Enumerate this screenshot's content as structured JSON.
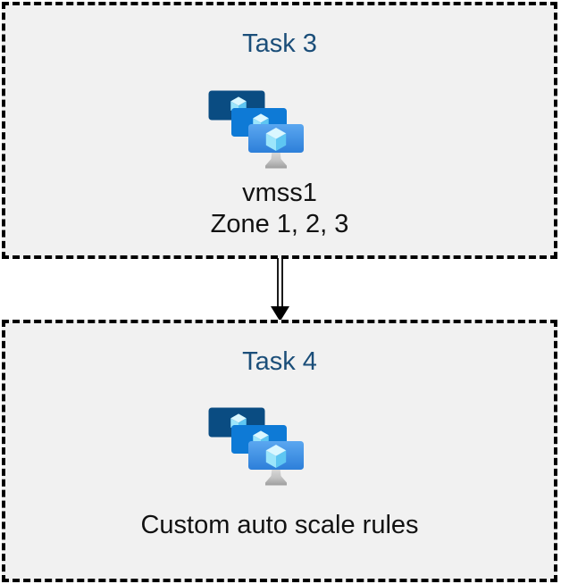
{
  "tasks": [
    {
      "title": "Task 3",
      "icon": "vm-scale-sets-icon",
      "lines": [
        "vmss1",
        "Zone 1, 2, 3"
      ]
    },
    {
      "title": "Task 4",
      "icon": "vm-scale-sets-icon",
      "lines": [
        "Custom auto scale rules"
      ]
    }
  ],
  "connector": {
    "type": "double-line-arrow",
    "direction": "down"
  },
  "colors": {
    "box_fill": "#f1f1f1",
    "box_border": "#000000",
    "title_text": "#1b4e79",
    "body_text": "#121212",
    "arrow": "#000000",
    "monitor_back": "#0a4c82",
    "monitor_middle": "#0e7ad6",
    "monitor_front_top": "#5ba7f0",
    "monitor_front_bottom": "#2d7fd9",
    "cube_top": "#daf7ff",
    "cube_left": "#9be5fb",
    "cube_right": "#5ec6f2"
  }
}
